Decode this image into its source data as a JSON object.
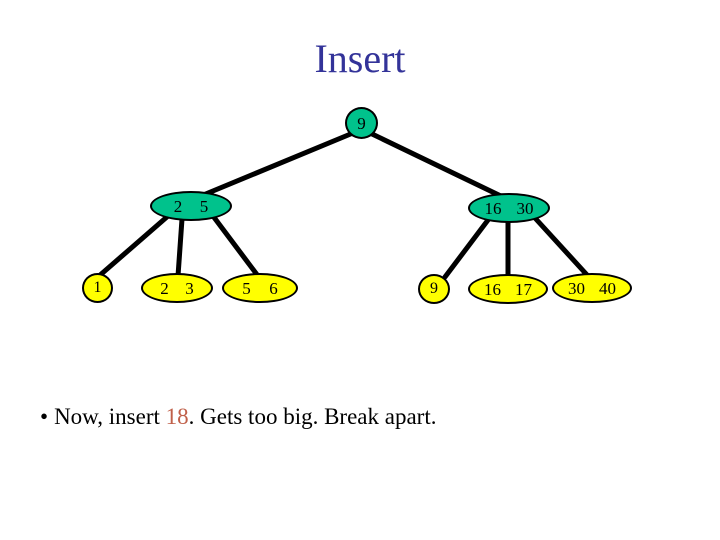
{
  "slide": {
    "title": "Insert",
    "title_color": "#333399",
    "background": "#ffffff"
  },
  "palette": {
    "internal_node_fill": "#00c28c",
    "leaf_node_fill": "#ffff00",
    "node_stroke": "#000000",
    "edge_color": "#000000",
    "highlight_text": "#c0604a",
    "body_text": "#000000"
  },
  "tree": {
    "type": "b-tree",
    "root": {
      "id": "root",
      "keys": [
        "9"
      ],
      "shape": "circle",
      "fill": "#00c28c"
    },
    "internal": [
      {
        "id": "n-left",
        "keys": [
          "2",
          "5"
        ],
        "shape": "ellipse",
        "fill": "#00c28c"
      },
      {
        "id": "n-right",
        "keys": [
          "16",
          "30"
        ],
        "shape": "ellipse",
        "fill": "#00c28c"
      }
    ],
    "leaves": [
      {
        "id": "leaf-1",
        "keys": [
          "1"
        ],
        "shape": "circle",
        "fill": "#ffff00"
      },
      {
        "id": "leaf-23",
        "keys": [
          "2",
          "3"
        ],
        "shape": "ellipse",
        "fill": "#ffff00"
      },
      {
        "id": "leaf-56",
        "keys": [
          "5",
          "6"
        ],
        "shape": "ellipse",
        "fill": "#ffff00"
      },
      {
        "id": "leaf-9",
        "keys": [
          "9"
        ],
        "shape": "circle",
        "fill": "#ffff00"
      },
      {
        "id": "leaf-1617",
        "keys": [
          "16",
          "17"
        ],
        "shape": "ellipse",
        "fill": "#ffff00"
      },
      {
        "id": "leaf-3040",
        "keys": [
          "30",
          "40"
        ],
        "shape": "ellipse",
        "fill": "#ffff00"
      }
    ],
    "edges": [
      {
        "from": "root",
        "to": "n-left"
      },
      {
        "from": "root",
        "to": "n-right"
      },
      {
        "from": "n-left",
        "to": "leaf-1"
      },
      {
        "from": "n-left",
        "to": "leaf-23"
      },
      {
        "from": "n-left",
        "to": "leaf-56"
      },
      {
        "from": "n-right",
        "to": "leaf-9"
      },
      {
        "from": "n-right",
        "to": "leaf-1617"
      },
      {
        "from": "n-right",
        "to": "leaf-3040"
      }
    ]
  },
  "caption": {
    "bullet": "•",
    "text_before": "Now, insert",
    "highlight": "18",
    "text_after": ".  Gets too big.  Break apart.",
    "full_text": "• Now, insert 18.  Gets too big.  Break apart."
  }
}
